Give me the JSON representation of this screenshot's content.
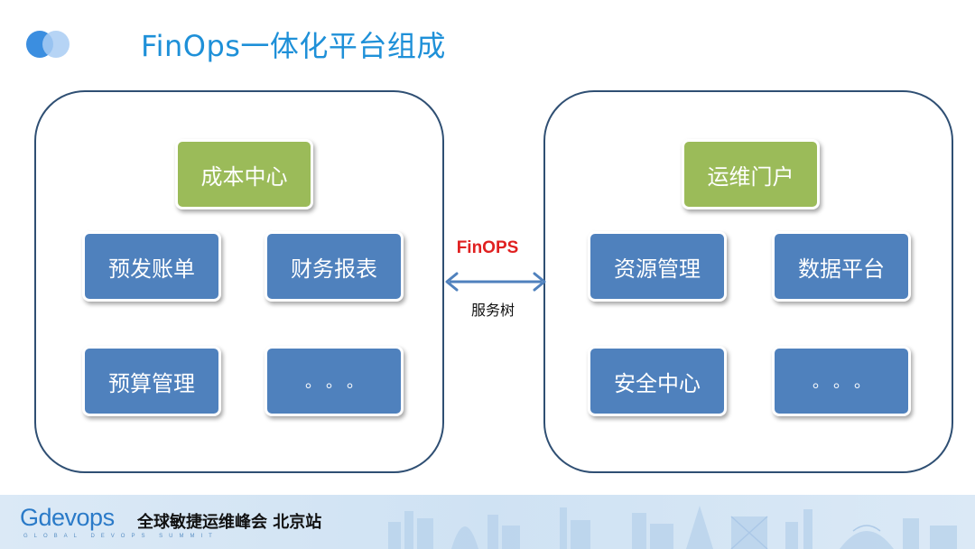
{
  "title": "FinOps一体化平台组成",
  "left_panel": {
    "header": "成本中心",
    "items": [
      "预发账单",
      "财务报表",
      "预算管理",
      "。。。"
    ]
  },
  "right_panel": {
    "header": "运维门户",
    "items": [
      "资源管理",
      "数据平台",
      "安全中心",
      "。。。"
    ]
  },
  "connector": {
    "top_label": "FinOPS",
    "bottom_label": "服务树"
  },
  "footer": {
    "brand": "Gdevops",
    "subtitle": "全球敏捷运维峰会 北京站",
    "tagline": "GLOBAL DEVOPS SUMMIT"
  },
  "colors": {
    "title": "#1e90d8",
    "green_box": "#9bbb59",
    "blue_box": "#4f81bd",
    "panel_border": "#2f4f73",
    "connector_label": "#e02020"
  }
}
